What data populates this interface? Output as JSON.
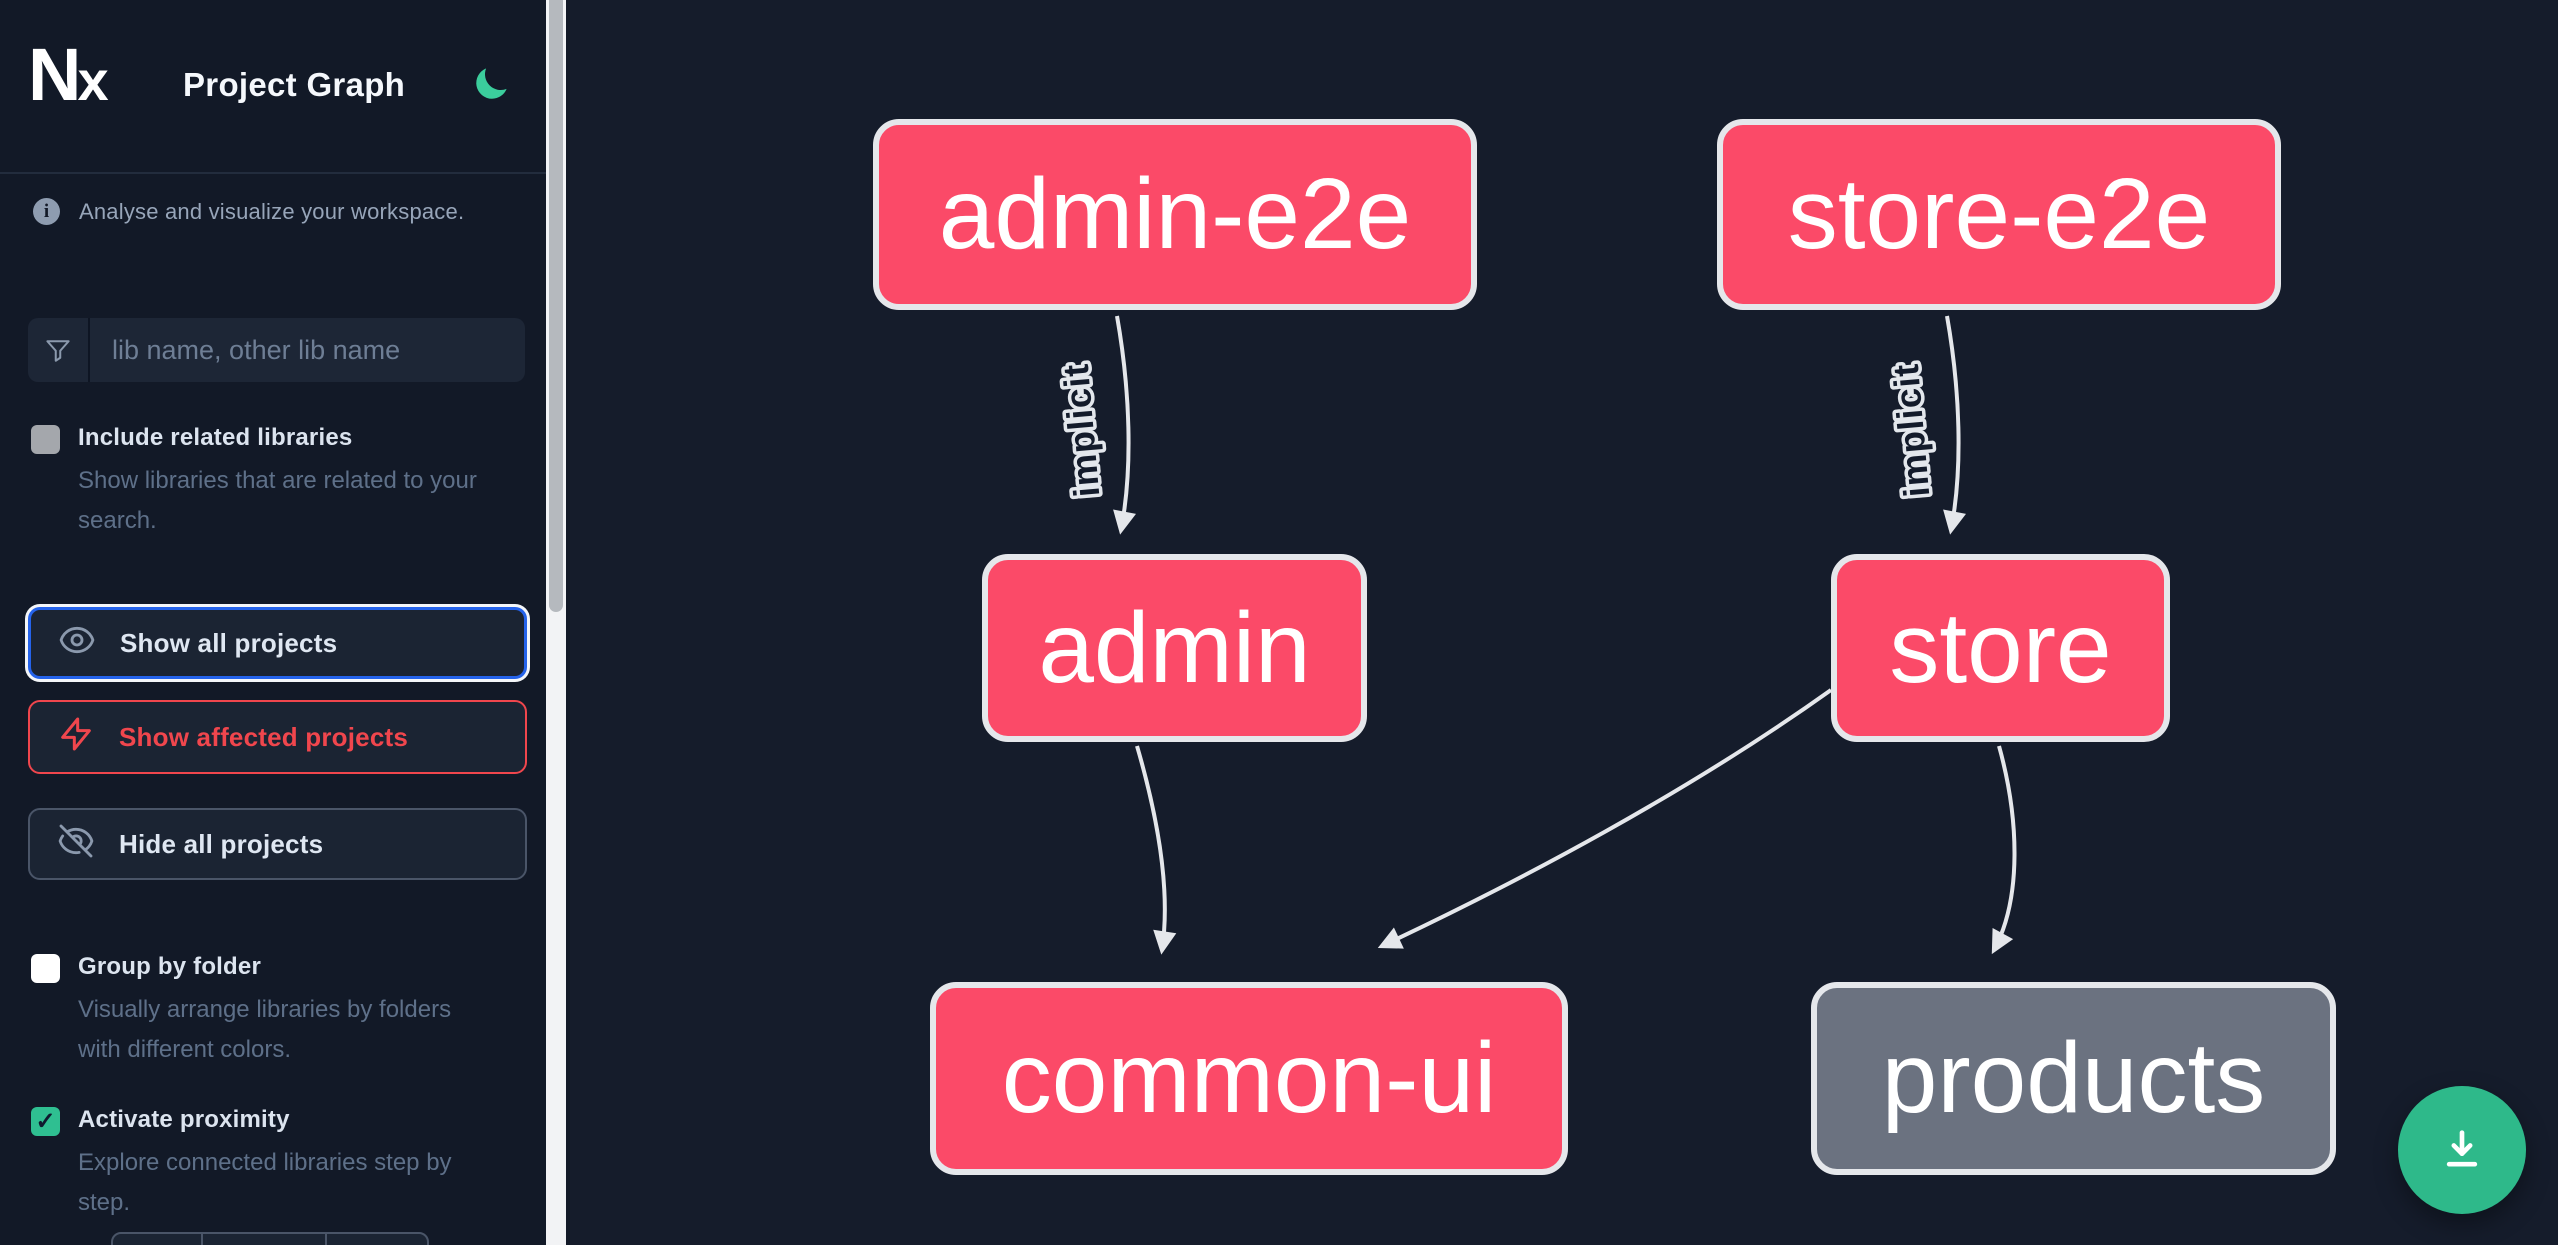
{
  "header": {
    "logo_text_n": "N",
    "logo_text_x": "x",
    "title": "Project Graph",
    "theme_toggle_icon": "moon-icon"
  },
  "sidebar": {
    "tagline": "Analyse and visualize your workspace.",
    "search": {
      "placeholder": "lib name, other lib name",
      "icon": "filter-funnel-icon"
    },
    "toggles": [
      {
        "label": "Include related libraries",
        "description": "Show libraries that are related to your search.",
        "checked": false
      },
      {
        "label": "Group by folder",
        "description": "Visually arrange libraries by folders with different colors.",
        "checked": false
      },
      {
        "label": "Activate proximity",
        "description": "Explore connected libraries step by step.",
        "checked": true
      }
    ],
    "buttons": [
      {
        "label": "Show all projects",
        "icon": "eye-icon",
        "state": "focused"
      },
      {
        "label": "Show affected projects",
        "icon": "lightning-bolt-icon",
        "state": "affected"
      },
      {
        "label": "Hide all projects",
        "icon": "eye-off-icon",
        "state": "default"
      }
    ]
  },
  "graph": {
    "nodes": [
      {
        "id": "admin-e2e",
        "label": "admin-e2e",
        "variant": "affected"
      },
      {
        "id": "store-e2e",
        "label": "store-e2e",
        "variant": "affected"
      },
      {
        "id": "admin",
        "label": "admin",
        "variant": "affected"
      },
      {
        "id": "store",
        "label": "store",
        "variant": "affected"
      },
      {
        "id": "common-ui",
        "label": "common-ui",
        "variant": "affected"
      },
      {
        "id": "products",
        "label": "products",
        "variant": "normal"
      }
    ],
    "edges": [
      {
        "from": "admin-e2e",
        "to": "admin",
        "label": "implicit"
      },
      {
        "from": "store-e2e",
        "to": "store",
        "label": "implicit"
      },
      {
        "from": "admin",
        "to": "common-ui",
        "label": ""
      },
      {
        "from": "store",
        "to": "common-ui",
        "label": ""
      },
      {
        "from": "store",
        "to": "products",
        "label": ""
      }
    ]
  },
  "fab": {
    "icon": "download-icon"
  },
  "colors": {
    "affected_node": "#fb4a68",
    "normal_node": "#6b7280",
    "node_border": "#e5e7eb",
    "edge": "#e5e7eb",
    "accent_green": "#2fbf91",
    "fab_green": "#2eb98a",
    "focus_blue": "#2563eb",
    "affected_red": "#f0464d",
    "sidebar_bg": "#121927",
    "canvas_bg": "#151c2b"
  }
}
